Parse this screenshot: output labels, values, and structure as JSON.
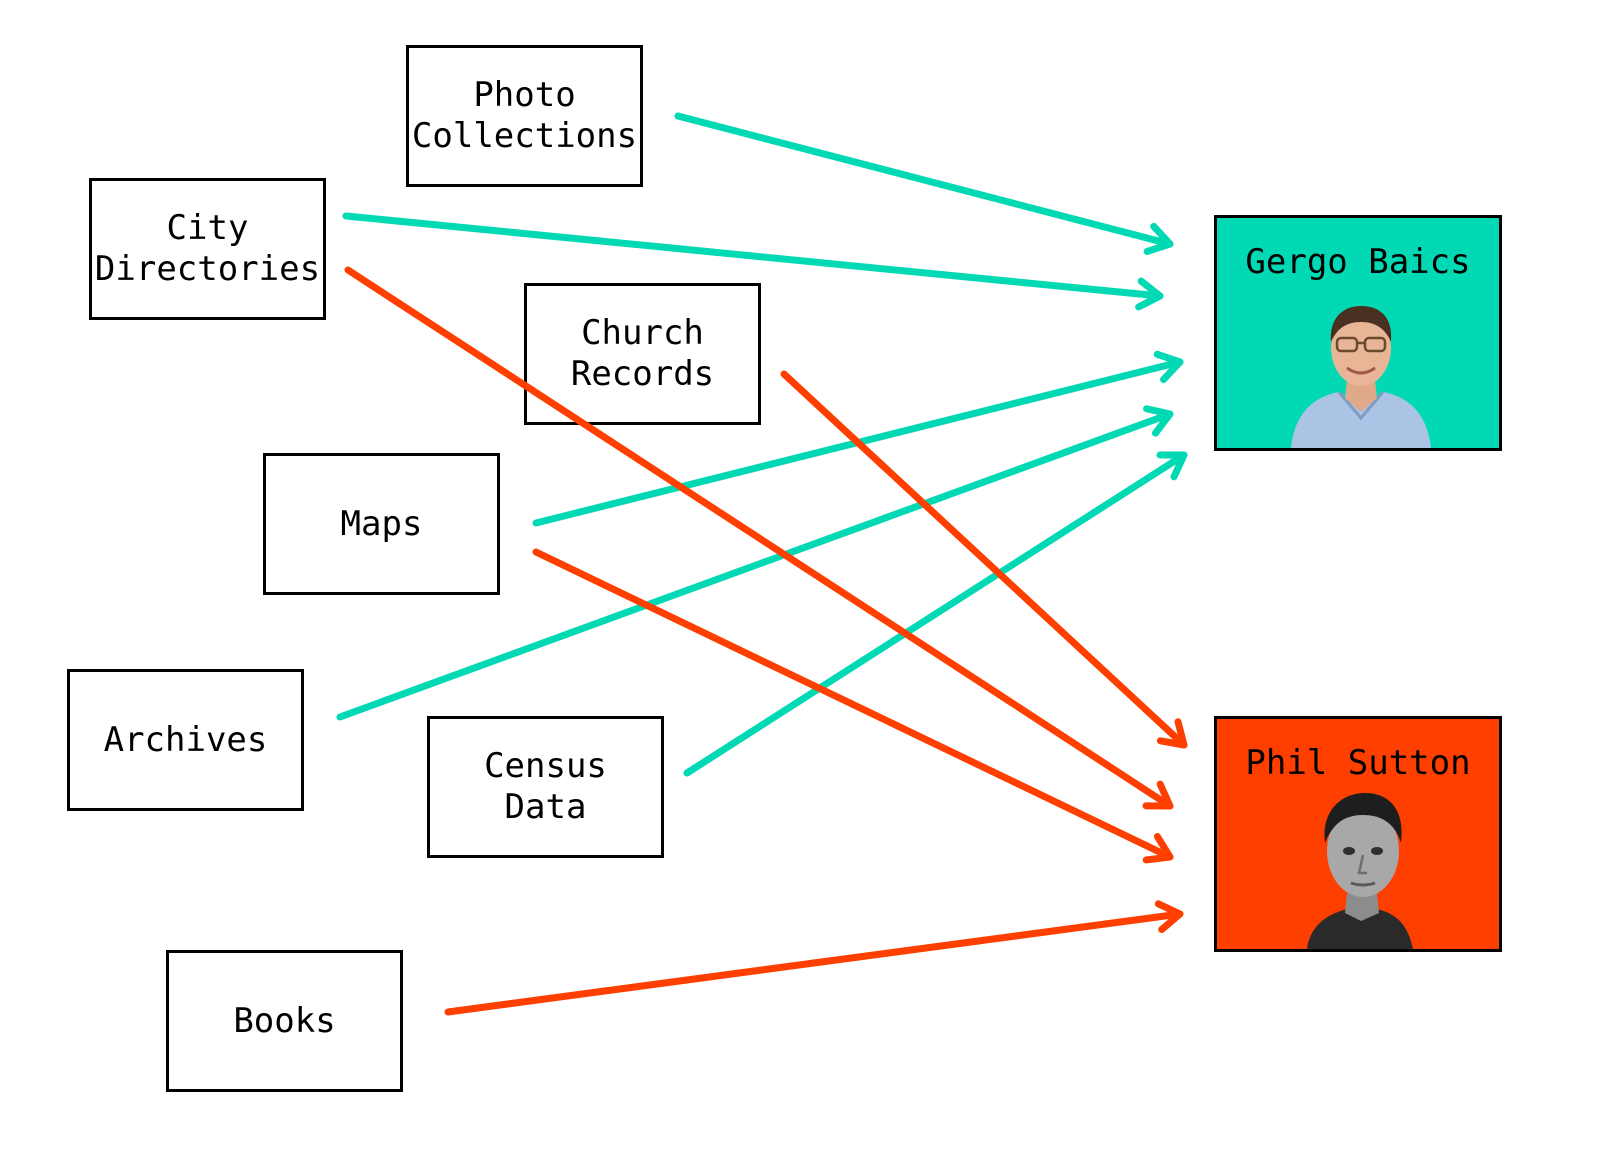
{
  "sources": [
    {
      "id": "photo",
      "label": "Photo\nCollections"
    },
    {
      "id": "city",
      "label": "City\nDirectories"
    },
    {
      "id": "church",
      "label": "Church\nRecords"
    },
    {
      "id": "maps",
      "label": "Maps"
    },
    {
      "id": "archives",
      "label": "Archives"
    },
    {
      "id": "census",
      "label": "Census\nData"
    },
    {
      "id": "books",
      "label": "Books"
    }
  ],
  "people": [
    {
      "id": "gergo",
      "name": "Gergo Baics",
      "color": "#00d9b4"
    },
    {
      "id": "phil",
      "name": "Phil Sutton",
      "color": "#ff3f00"
    }
  ],
  "connections": [
    {
      "from": "Photo Collections",
      "to": "Gergo Baics"
    },
    {
      "from": "City Directories",
      "to": "Gergo Baics"
    },
    {
      "from": "Maps",
      "to": "Gergo Baics"
    },
    {
      "from": "Archives",
      "to": "Gergo Baics"
    },
    {
      "from": "Census Data",
      "to": "Gergo Baics"
    },
    {
      "from": "City Directories",
      "to": "Phil Sutton"
    },
    {
      "from": "Church Records",
      "to": "Phil Sutton"
    },
    {
      "from": "Maps",
      "to": "Phil Sutton"
    },
    {
      "from": "Books",
      "to": "Phil Sutton"
    }
  ],
  "colors": {
    "teal": "#00d9b4",
    "orange": "#ff3f00"
  }
}
